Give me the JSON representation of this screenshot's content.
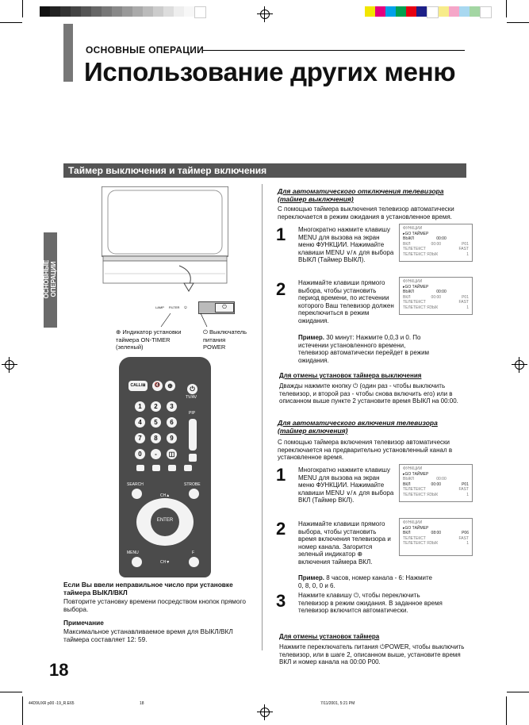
{
  "header": {
    "section_label": "ОСНОВНЫЕ ОПЕРАЦИИ",
    "title": "Использование других меню"
  },
  "subheading": "Таймер выключения и таймер включения",
  "side_tab": "ОСНОВНЫЕ\nОПЕРАЦИИ",
  "tv_panel": {
    "small_labels": [
      "LAMP",
      "FILTER",
      "⏻"
    ],
    "on_timer_label": "⊕ Индикатор установки\nтаймера ON-TIMER\n(зеленый)",
    "power_label": "⏻ Выключатель\nпитания\nPOWER"
  },
  "remote": {
    "call": "CALL/⊞",
    "mute": "🔇",
    "power": "⏻",
    "tvav": "TV/AV",
    "digits": [
      "1",
      "2",
      "3",
      "4",
      "5",
      "6",
      "7",
      "8",
      "9",
      "0"
    ],
    "pip": "PIP",
    "search": "SEARCH",
    "strobe": "STROBE",
    "ch_up": "CH▲",
    "ch_down": "CH▼",
    "enter": "ENTER",
    "menu": "MENU",
    "f": "F"
  },
  "left_notes": {
    "wrong_title": "Если Вы ввели неправильное число при установке таймера ВЫКЛ/ВКЛ",
    "wrong_text": "Повторите установку времени посредством кнопок прямого выбора.",
    "note_title": "Примечание",
    "note_text": "Максимальное устанавливаемое время для ВЫКЛ/ВКЛ таймера составляет 12: 59."
  },
  "off_timer": {
    "heading": "Для автоматического отключения телевизора (таймер выключения)",
    "intro": "С помощью таймера выключения телевизор автоматически переключается в режим ожидания в установленное время.",
    "step1_num": "1",
    "step1": "Многократно нажмите клавишу MENU для вызова на экран меню ФУНКЦИИ. Нажимайте клавиши MENU ∨/∧ для выбора ВЫКЛ (Таймер ВЫКЛ).",
    "step2_num": "2",
    "step2": "Нажимайте клавиши прямого выбора, чтобы установить период времени, по истечении которого Ваш телевизор должен переключиться в режим ожидания.",
    "example_label": "Пример.",
    "example": "30 минут: Нажмите 0,0,3 и 0. По истечении установленного времени, телевизор автоматически перейдет в режим ожидания.",
    "cancel_heading": "Для отмены установок таймера выключения",
    "cancel_text": "Дважды нажмите кнопку ⏻ (один раз - чтобы выключить телевизор, и второй раз - чтобы снова включить его) или в описанном выше пункте 2 установите время ВЫКЛ на 00:00."
  },
  "on_timer": {
    "heading": "Для автоматического включения телевизора (таймер включения)",
    "intro": "С помощью таймера включения телевизор автоматически переключается на предварительно установленный канал в установленное время.",
    "step1_num": "1",
    "step1": "Многократно нажмите клавишу MENU для вызова на экран меню ФУНКЦИИ. Нажимайте клавиши MENU ∨/∧ для выбора ВКЛ (Таймер ВКЛ).",
    "step2_num": "2",
    "step2": "Нажимайте клавиши прямого выбора, чтобы установить время включения телевизора и номер канала. Загорится зеленый индикатор ⊕ включения таймера ВКЛ.",
    "example_label": "Пример.",
    "example": "8 часов, номер канала - 6: Нажмите 0, 8, 0, 0 и 6.",
    "step3_num": "3",
    "step3": "Нажмите клавишу ⏻, чтобы переключить телевизор в режим ожидания. В заданное время телевизор включится автоматически.",
    "cancel_heading": "Для отмены установок таймера",
    "cancel_text": "Нажмите переключатель питания ⏻POWER, чтобы выключить телевизор, или в шаге 2, описанном выше, установите время ВКЛ и номер канала на 00:00 P00."
  },
  "screens": [
    {
      "title": "ФУНКЦИИ",
      "r1": "▸GO ТАЙМЕР",
      "r2a": "ВЫКЛ",
      "r2b": "00:00",
      "r3a": "ВКЛ",
      "r3b": "00:00",
      "r3c": "P01",
      "r4a": "ТЕЛЕТЕКСТ",
      "r4c": "FAST",
      "r5a": "ТЕЛЕТЕКСТ ЯЗЫК",
      "r5c": "1"
    },
    {
      "title": "ФУНКЦИИ",
      "r1": "▸GO ТАЙМЕР",
      "r2a": "ВЫКЛ",
      "r2b": "00:00",
      "r3a": "ВКЛ",
      "r3b": "00:00",
      "r3c": "P01",
      "r4a": "ТЕЛЕТЕКСТ",
      "r4c": "FAST",
      "r5a": "ТЕЛЕТЕКСТ ЯЗЫК",
      "r5c": "1"
    },
    {
      "title": "ФУНКЦИИ",
      "r1": "▸GO ТАЙМЕР",
      "r2a": "ВЫКЛ",
      "r2b": "00:00",
      "r3a": "ВКЛ",
      "r3b": "00:00",
      "r3c": "P01",
      "r4a": "ТЕЛЕТЕКСТ",
      "r4c": "FAST",
      "r5a": "ТЕЛЕТЕКСТ ЯЗЫК",
      "r5c": "1"
    },
    {
      "title": "ФУНКЦИИ",
      "r1": "▸GO ТАЙМЕР",
      "r2a": "ВКЛ",
      "r2b": "08:00",
      "r3a": "",
      "r3b": "",
      "r3c": "P06",
      "r4a": "ТЕЛЕТЕКСТ",
      "r4c": "FAST",
      "r5a": "ТЕЛЕТЕКСТ ЯЗЫК",
      "r5c": "1"
    }
  ],
  "page_number": "18",
  "footer": {
    "left": "44D9UXR p00 -19_R.E65",
    "mid": "18",
    "right": "7/11/2001, 5:21 PM"
  },
  "colors": {
    "bar_gray": "#555555",
    "tab_gray": "#6a6a6a",
    "remote": "#4b4b4b"
  }
}
